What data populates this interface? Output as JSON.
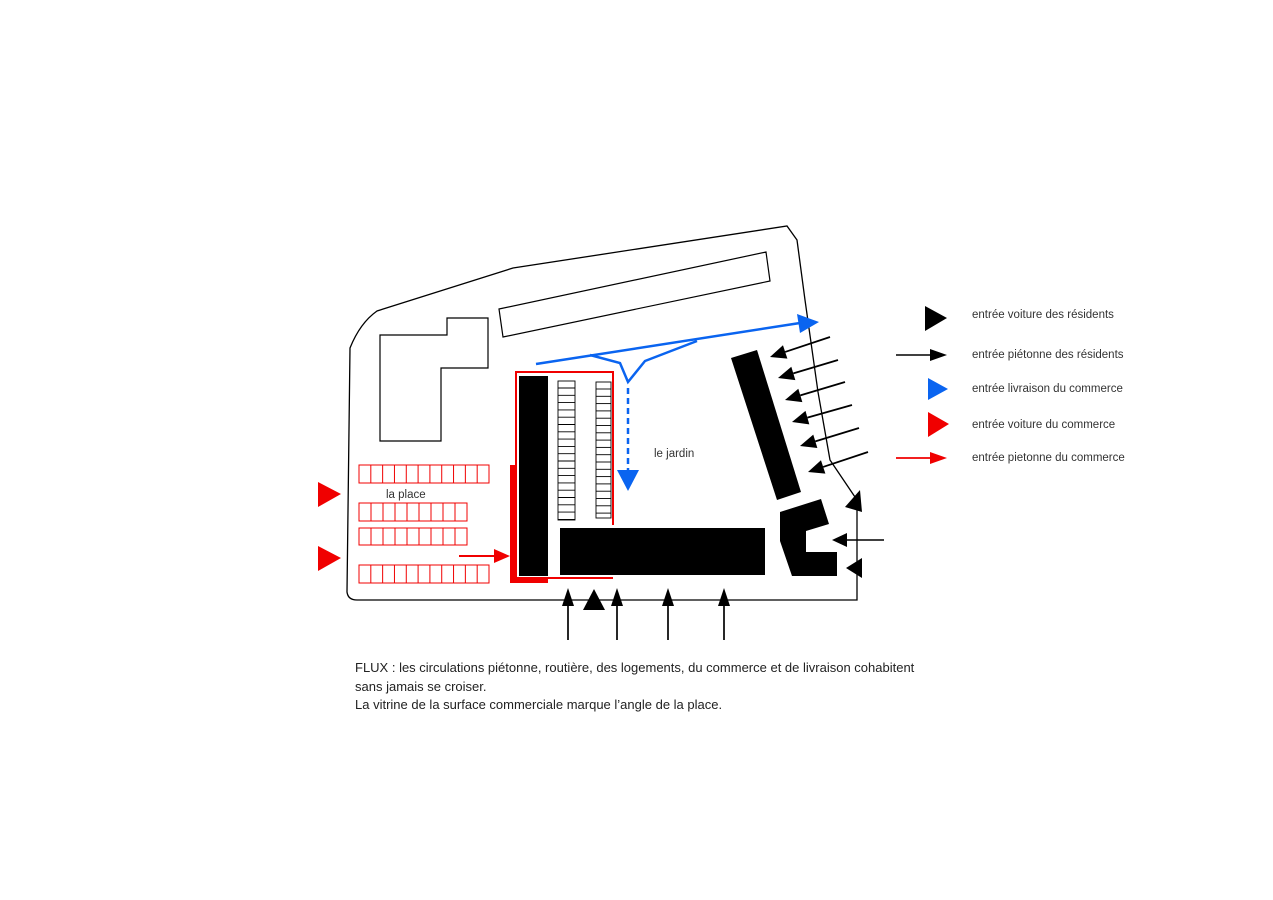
{
  "diagram": {
    "labels": {
      "place": "la place",
      "jardin": "le jardin"
    },
    "legend": [
      {
        "icon": "black-triangle-icon",
        "label": "entrée voiture des résidents"
      },
      {
        "icon": "black-arrow-icon",
        "label": "entrée piétonne des résidents"
      },
      {
        "icon": "blue-triangle-icon",
        "label": "entrée livraison du commerce"
      },
      {
        "icon": "red-triangle-icon",
        "label": "entrée voiture du commerce"
      },
      {
        "icon": "red-arrow-icon",
        "label": "entrée pietonne du commerce"
      }
    ],
    "caption": [
      "FLUX : les circulations piétonne, routière, des logements, du commerce et de livraison cohabitent",
      "sans jamais se croiser.",
      "La vitrine de la surface commerciale marque l’angle de la place."
    ],
    "colors": {
      "resident": "#000000",
      "delivery": "#0a64f0",
      "commerce": "#f00000"
    }
  }
}
